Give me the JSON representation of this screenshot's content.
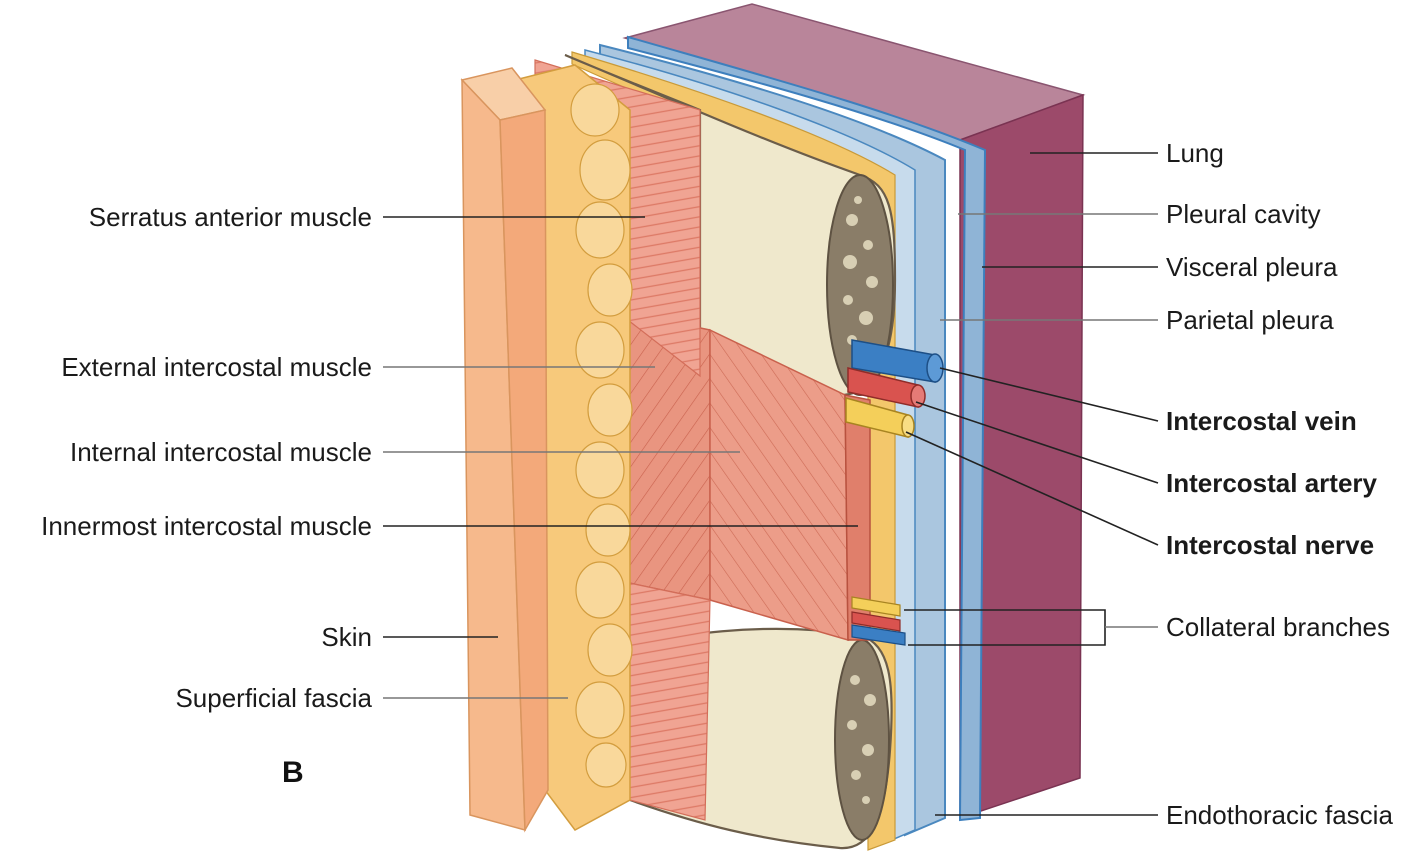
{
  "panel_letter": "B",
  "labels_left": {
    "serratus_anterior": "Serratus anterior muscle",
    "external_intercostal": "External intercostal muscle",
    "internal_intercostal": "Internal intercostal muscle",
    "innermost_intercostal": "Innermost intercostal muscle",
    "skin": "Skin",
    "superficial_fascia": "Superficial fascia"
  },
  "labels_right": {
    "lung": "Lung",
    "pleural_cavity": "Pleural cavity",
    "visceral_pleura": "Visceral pleura",
    "parietal_pleura": "Parietal pleura",
    "intercostal_vein": "Intercostal vein",
    "intercostal_artery": "Intercostal artery",
    "intercostal_nerve": "Intercostal nerve",
    "collateral_branches": "Collateral branches",
    "endothoracic_fascia": "Endothoracic fascia"
  },
  "colors": {
    "lung": "#9c4a6a",
    "lung_top": "#b9859a",
    "pleura": "#a9c4dc",
    "pleura_edge": "#4a88bf",
    "fascia": "#f3c76b",
    "bone": "#efe8cc",
    "bone_marrow": "#8a7d68",
    "muscle": "#e8907a",
    "skin": "#f6b98c",
    "vein": "#3b7fc4",
    "artery": "#d9534f",
    "nerve": "#f4cf5a"
  }
}
